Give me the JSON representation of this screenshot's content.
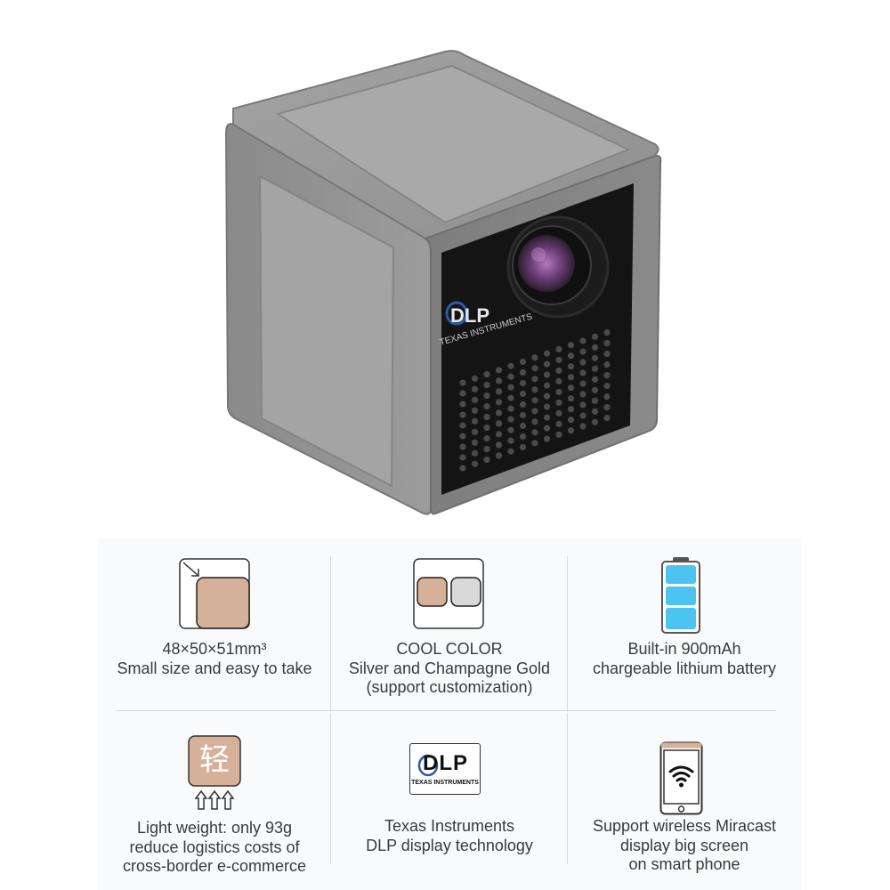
{
  "product": {
    "lens_badge_brand": "DLP",
    "lens_badge_maker": "TEXAS INSTRUMENTS"
  },
  "features": [
    {
      "icon": "size-resize-icon",
      "lines": [
        "48×50×51mm³",
        "Small size and easy to take"
      ]
    },
    {
      "icon": "color-swatches-icon",
      "lines": [
        "COOL COLOR",
        "Silver and Champagne Gold",
        "(support customization)"
      ]
    },
    {
      "icon": "battery-icon",
      "lines": [
        "Built-in 900mAh",
        "chargeable lithium battery"
      ]
    },
    {
      "icon": "light-weight-icon",
      "icon_text": "轻",
      "lines": [
        "Light weight: only 93g",
        "reduce logistics costs of",
        "cross-border e-commerce"
      ]
    },
    {
      "icon": "dlp-logo-icon",
      "icon_text": "DLP",
      "icon_subtext": "TEXAS INSTRUMENTS",
      "lines": [
        "Texas Instruments",
        "DLP display technology"
      ]
    },
    {
      "icon": "smartphone-wifi-icon",
      "lines": [
        "Support wireless Miracast",
        "display big screen",
        "on smart phone"
      ]
    }
  ],
  "colors": {
    "champagne": "#d6b19a",
    "silver": "#d9d9d9",
    "battery": "#4cc3f0",
    "body_gray": "#8e8e8e"
  }
}
